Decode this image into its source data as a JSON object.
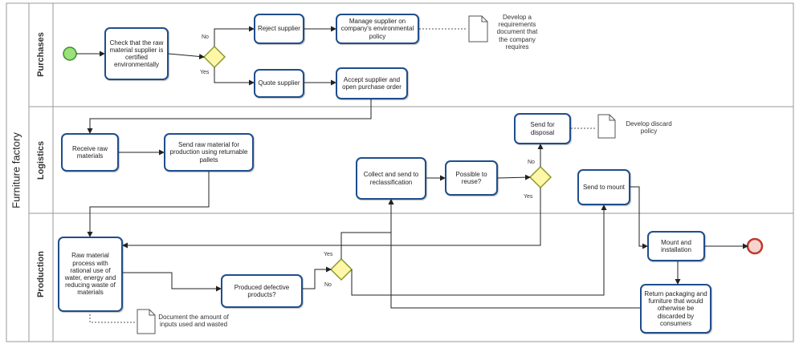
{
  "pool": {
    "label": "Furniture factory"
  },
  "lanes": [
    "Purchases",
    "Logistics",
    "Production"
  ],
  "tasks": {
    "check_certified": "Check that the raw material supplier is certified environmentally",
    "reject_supplier": "Reject supplier",
    "manage_supplier": "Manage supplier on company's environmental policy",
    "quote_supplier": "Quote supplier",
    "accept_supplier": "Accept supplier and open purchase order",
    "receive_raw": "Receive raw materials",
    "send_raw": "Send raw material for production using returnable pallets",
    "collect_reclass": "Collect and send to reclassification",
    "possible_reuse": "Possible to reuse?",
    "send_disposal": "Send for disposal",
    "send_mount": "Send to mount",
    "mount_install": "Mount and installation",
    "raw_process": "Raw material process with rational use of water, energy and reducing waste of materials",
    "defective": "Produced defective products?",
    "return_packaging": "Return packaging and furniture that would otherwise be discarded by consumers"
  },
  "notes": {
    "requirements_doc": "Develop a requirements document that the company requires",
    "discard_policy": "Develop discard policy",
    "document_inputs": "Document the amount of inputs used and wasted"
  },
  "flow_labels": {
    "no_1": "No",
    "yes_1": "Yes",
    "no_2": "No",
    "yes_2": "Yes",
    "yes_3": "Yes",
    "no_3": "No"
  },
  "colors": {
    "task_border": "#1f4e8c",
    "start_fill": "#9be07a",
    "start_stroke": "#3b8f2a",
    "end_stroke": "#c0392b",
    "end_fill": "#f7d3d0",
    "gateway_fill": "#fff7a8",
    "gateway_stroke": "#8a9a2a",
    "lane_line": "#9a9a9a"
  }
}
